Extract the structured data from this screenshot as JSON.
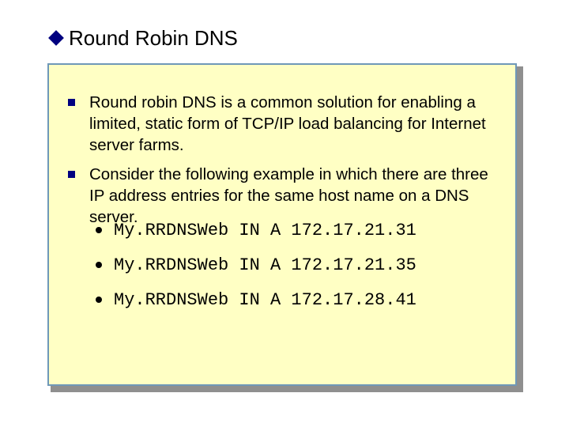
{
  "slide": {
    "title": "Round Robin DNS",
    "bullets": [
      "Round robin DNS is a common solution for enabling a limited, static form of TCP/IP load balancing for Internet server farms.",
      "Consider the following example in which there are three IP address entries for the same host name on a DNS server."
    ],
    "records": [
      "My.RRDNSWeb IN A 172.17.21.31",
      "My.RRDNSWeb IN A 172.17.21.35",
      "My.RRDNSWeb IN A 172.17.28.41"
    ]
  },
  "colors": {
    "panel_background": "#ffffc4",
    "panel_border": "#6f98b8",
    "bullet": "#000080"
  }
}
